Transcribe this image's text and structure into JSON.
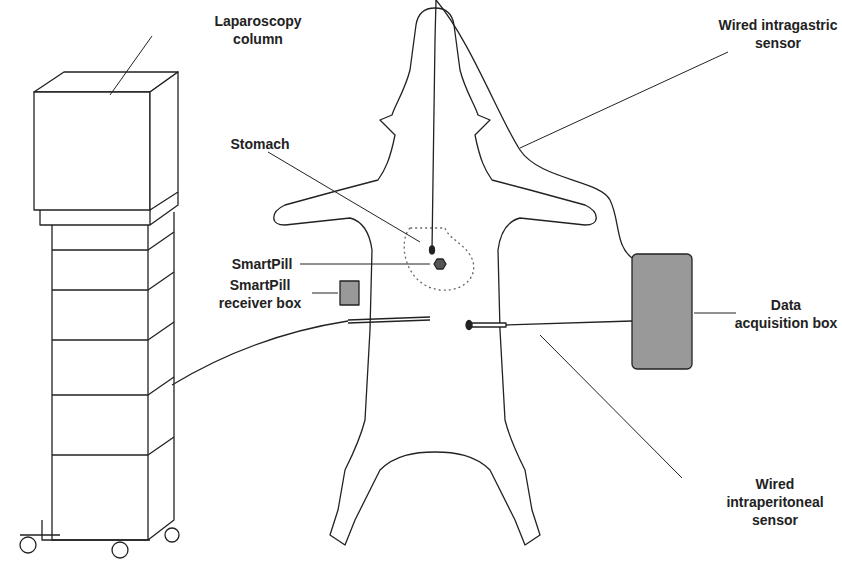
{
  "diagram": {
    "labels": [
      "Laparoscopy column",
      "Wired intragastric sensor",
      "Stomach",
      "SmartPill",
      "SmartPill receiver box",
      "Data acquisition box",
      "Wired intraperitoneal sensor"
    ]
  }
}
